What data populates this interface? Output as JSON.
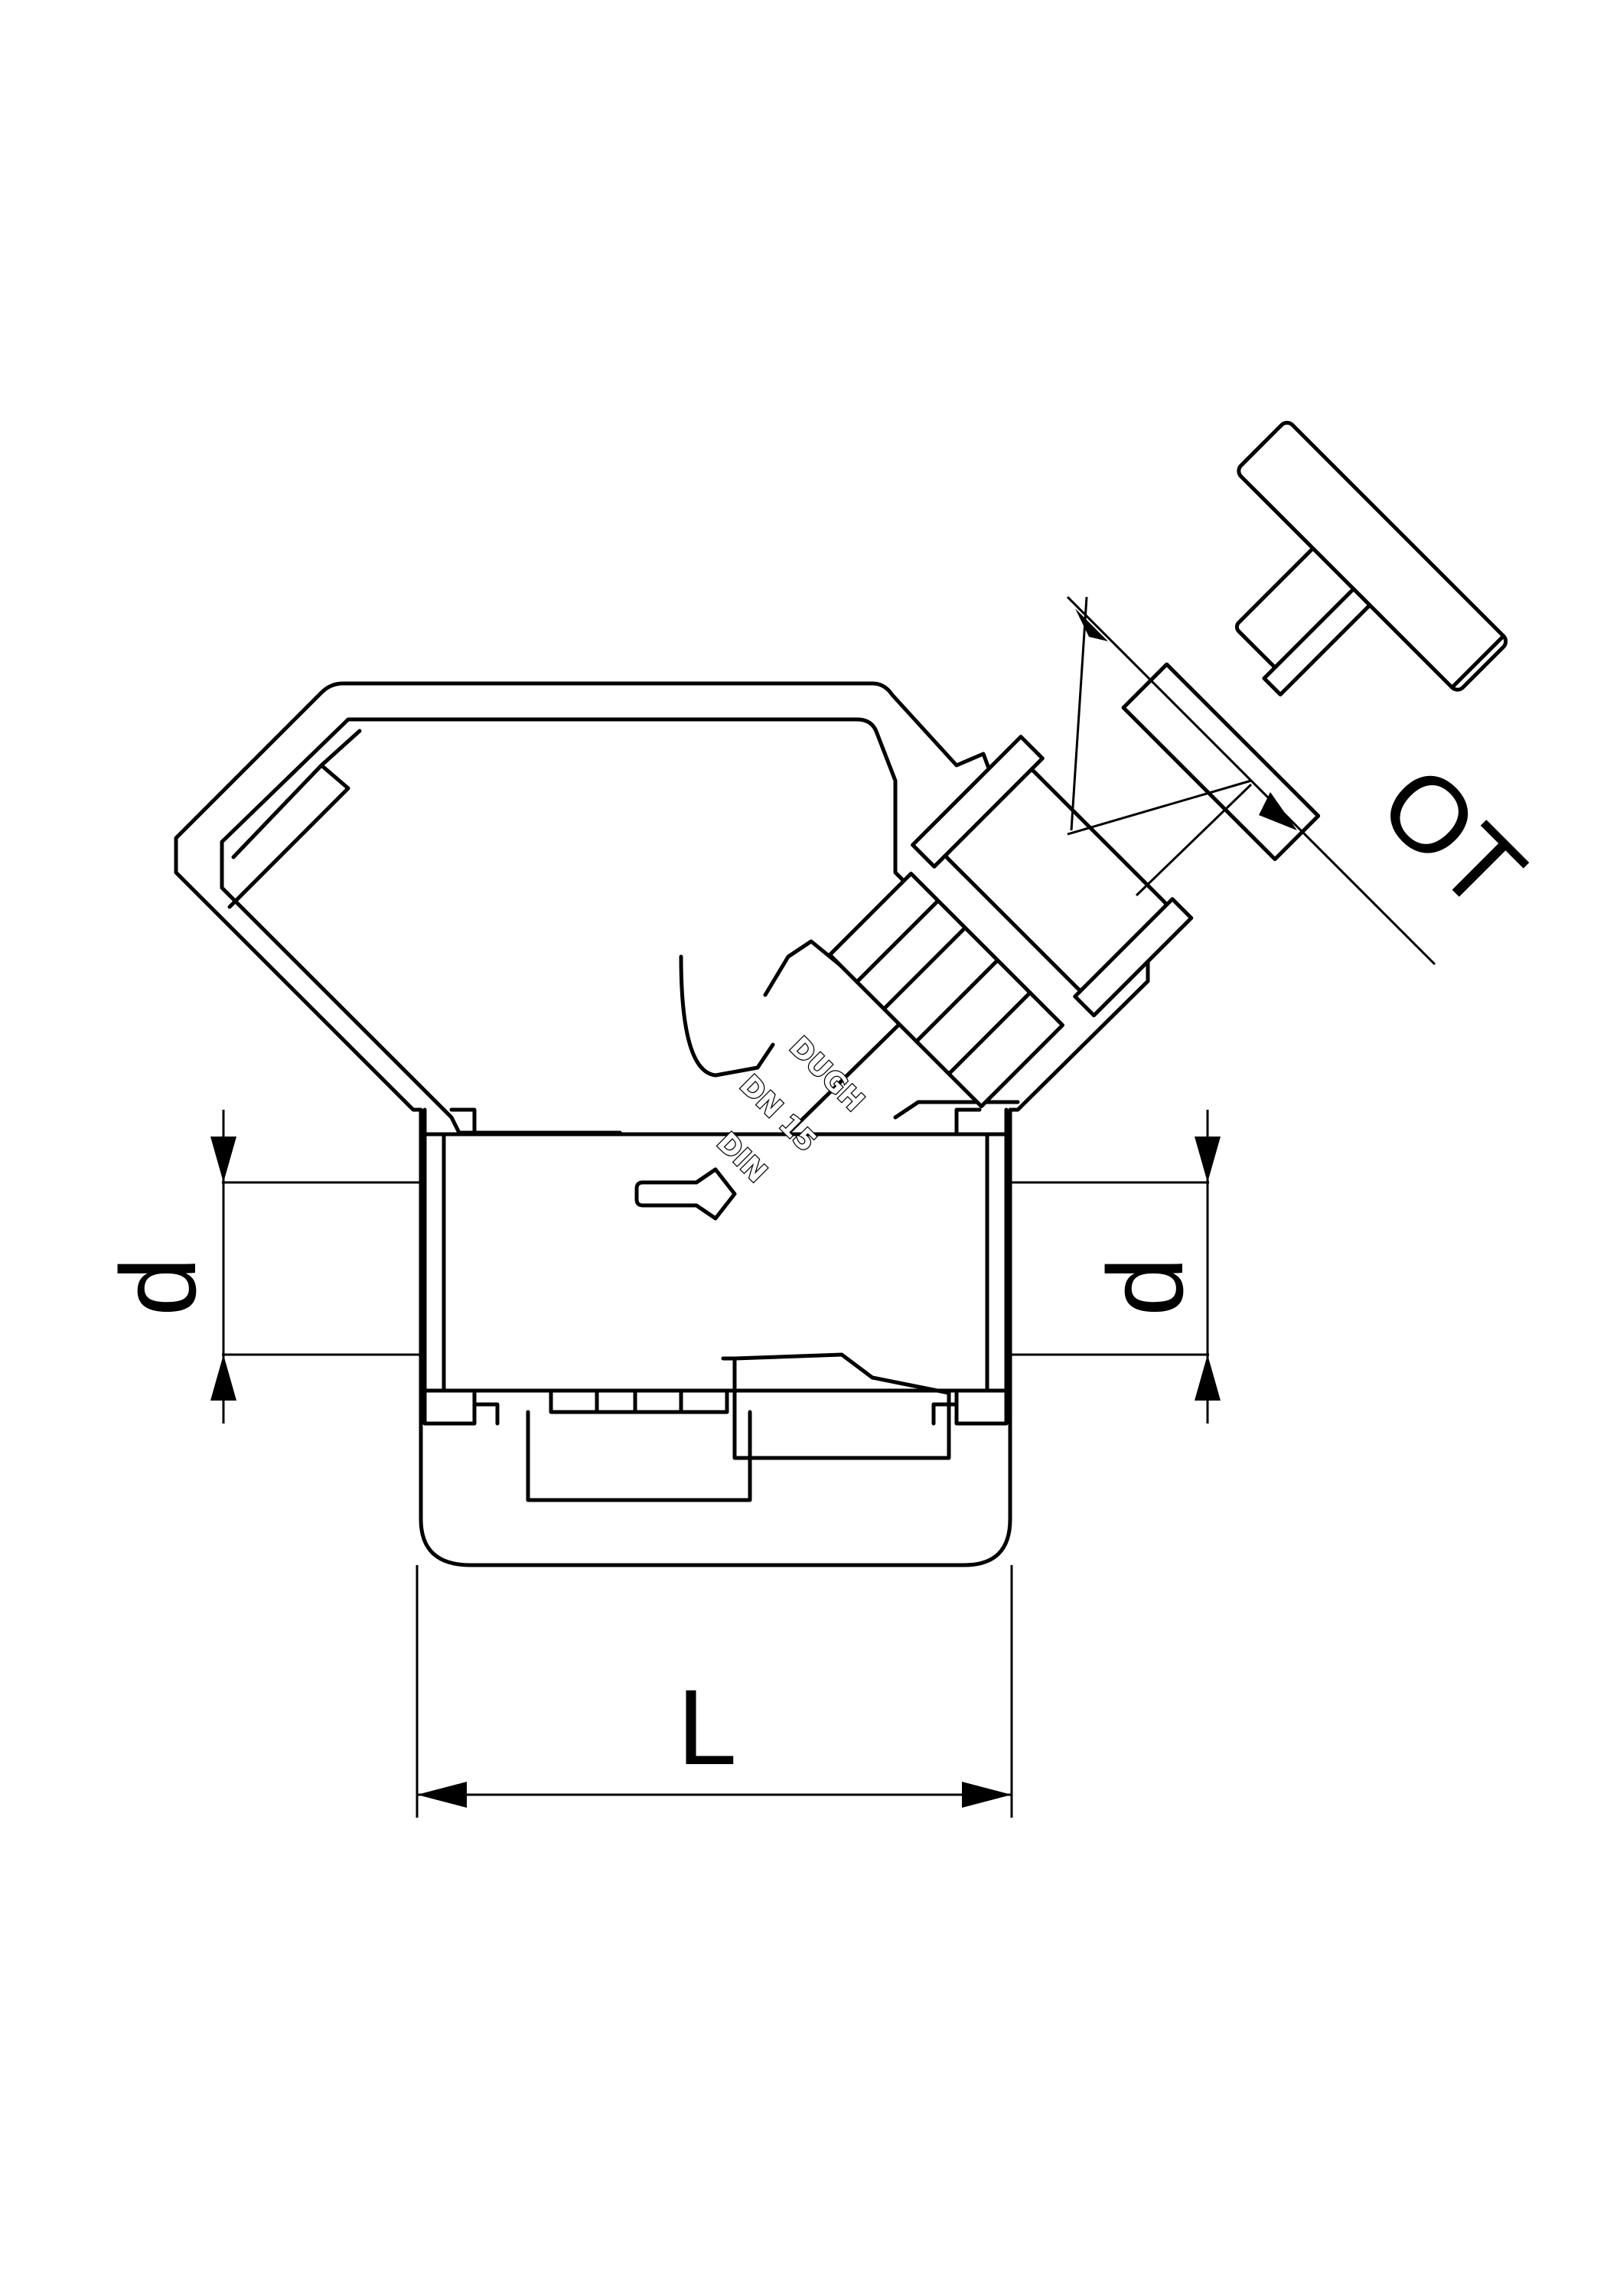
{
  "dimensions": {
    "length_label": "L",
    "inlet_diameter_label": "d",
    "outlet_diameter_label": "d",
    "stem_label": "OT"
  },
  "body_markings": {
    "brand": "DUGH",
    "nominal_size": "DN 15",
    "standard": "DIN"
  }
}
